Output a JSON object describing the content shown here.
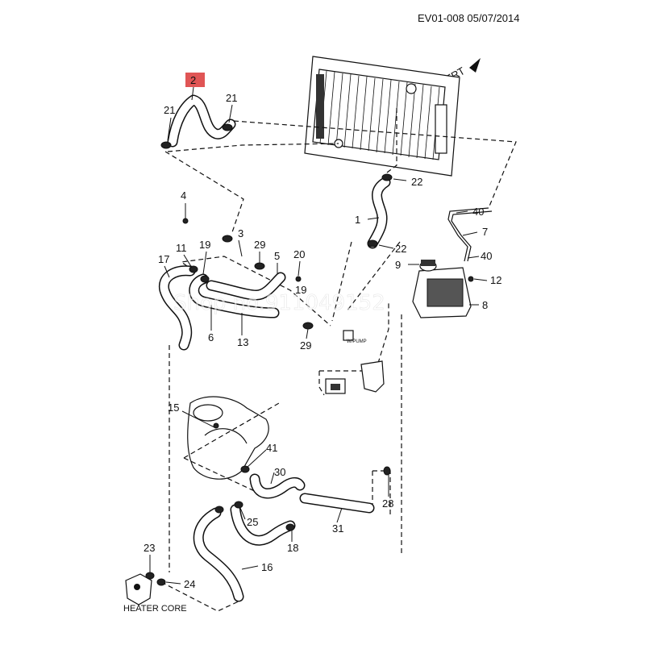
{
  "header": {
    "code_date": "EV01-008  05/07/2014"
  },
  "direction": {
    "label": "FRT"
  },
  "watermark": {
    "text": "Shop no.911049152"
  },
  "captions": {
    "heater_core": "HEATER CORE",
    "pump_tag": "W/PUMP"
  },
  "highlight_color": "#e05555",
  "callouts": {
    "c2": "2",
    "c21a": "21",
    "c21b": "21",
    "c22a": "22",
    "c22b": "22",
    "c40a": "40",
    "c40b": "40",
    "c7": "7",
    "c4": "4",
    "c1": "1",
    "c3": "3",
    "c11": "11",
    "c19a": "19",
    "c29a": "29",
    "c5": "5",
    "c20": "20",
    "c17": "17",
    "c9": "9",
    "c12": "12",
    "c8": "8",
    "c19b": "19",
    "c6": "6",
    "c13": "13",
    "c29b": "29",
    "c15": "15",
    "c41": "41",
    "c30": "30",
    "c28": "28",
    "c25": "25",
    "c31": "31",
    "c18": "18",
    "c23": "23",
    "c24": "24",
    "c16": "16"
  }
}
